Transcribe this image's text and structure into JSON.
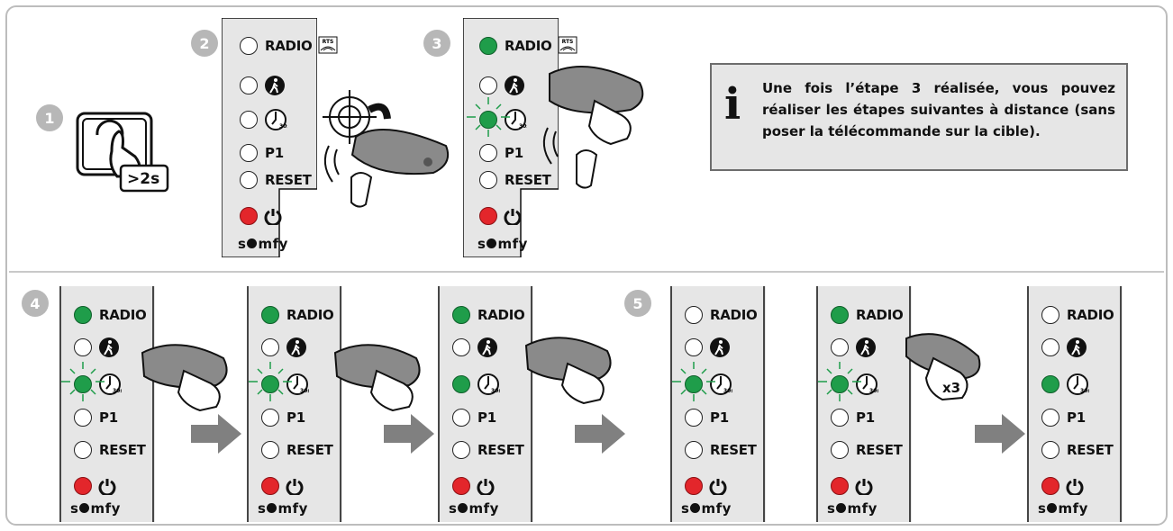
{
  "steps": {
    "s1": "1",
    "s2": "2",
    "s3": "3",
    "s4": "4",
    "s5": "5"
  },
  "step1": {
    "badge": ">2s"
  },
  "panel": {
    "radio": "RADIO",
    "p1": "P1",
    "reset": "RESET",
    "timer": "30s",
    "brand_left": "s",
    "brand_right": "mfy",
    "rts": "RTS"
  },
  "remote": {
    "x3": "x3"
  },
  "info": {
    "icon": "i",
    "text": "Une fois l’étape 3 réalisée, vous pouvez  réaliser les étapes suivantes à distance  (sans poser la télécommande sur la cible)."
  },
  "colors": {
    "green": "#1f9d4a",
    "red": "#e3262b",
    "panel": "#e6e6e6",
    "badge": "#b7b7b7",
    "arrow": "#808080"
  }
}
